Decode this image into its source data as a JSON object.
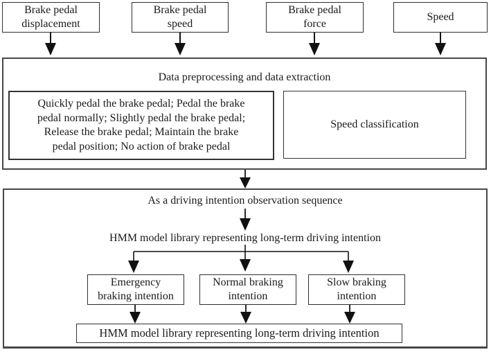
{
  "diagram": {
    "inputs": [
      {
        "label": "Brake pedal displacement",
        "lines": [
          "Brake pedal",
          "displacement"
        ]
      },
      {
        "label": "Brake pedal speed",
        "lines": [
          "Brake pedal",
          "speed"
        ]
      },
      {
        "label": "Brake pedal force",
        "lines": [
          "Brake pedal",
          "force"
        ]
      },
      {
        "label": "Speed",
        "lines": [
          "Speed"
        ]
      }
    ],
    "preprocessing": {
      "title": "Data preprocessing and data extraction",
      "pedal_actions": "Quickly pedal the brake pedal; Pedal the brake pedal normally; Slightly pedal the brake pedal; Release the brake pedal; Maintain the brake pedal position; No action of brake pedal",
      "pedal_actions_lines": [
        "Quickly pedal the brake pedal; Pedal the brake",
        "pedal normally; Slightly pedal the brake pedal;",
        "Release the brake pedal; Maintain the brake",
        "pedal position; No action of brake pedal"
      ],
      "speed_classification": "Speed classification"
    },
    "recognition": {
      "observation_sequence": "As a driving intention observation sequence",
      "hmm_library": "HMM model library representing long-term driving intention",
      "intentions": [
        {
          "label": "Emergency braking intention",
          "lines": [
            "Emergency",
            "braking intention"
          ]
        },
        {
          "label": "Normal braking intention",
          "lines": [
            "Normal braking",
            "intention"
          ]
        },
        {
          "label": "Slow braking intention",
          "lines": [
            "Slow braking",
            "intention"
          ]
        }
      ],
      "hmm_library_output": "HMM model library representing long-term driving intention"
    },
    "colors": {
      "background": "#ffffff",
      "outer_border": "#474747",
      "box_border": "#2e2e2e",
      "text": "#1a1a1a",
      "arrow": "#111111"
    }
  }
}
